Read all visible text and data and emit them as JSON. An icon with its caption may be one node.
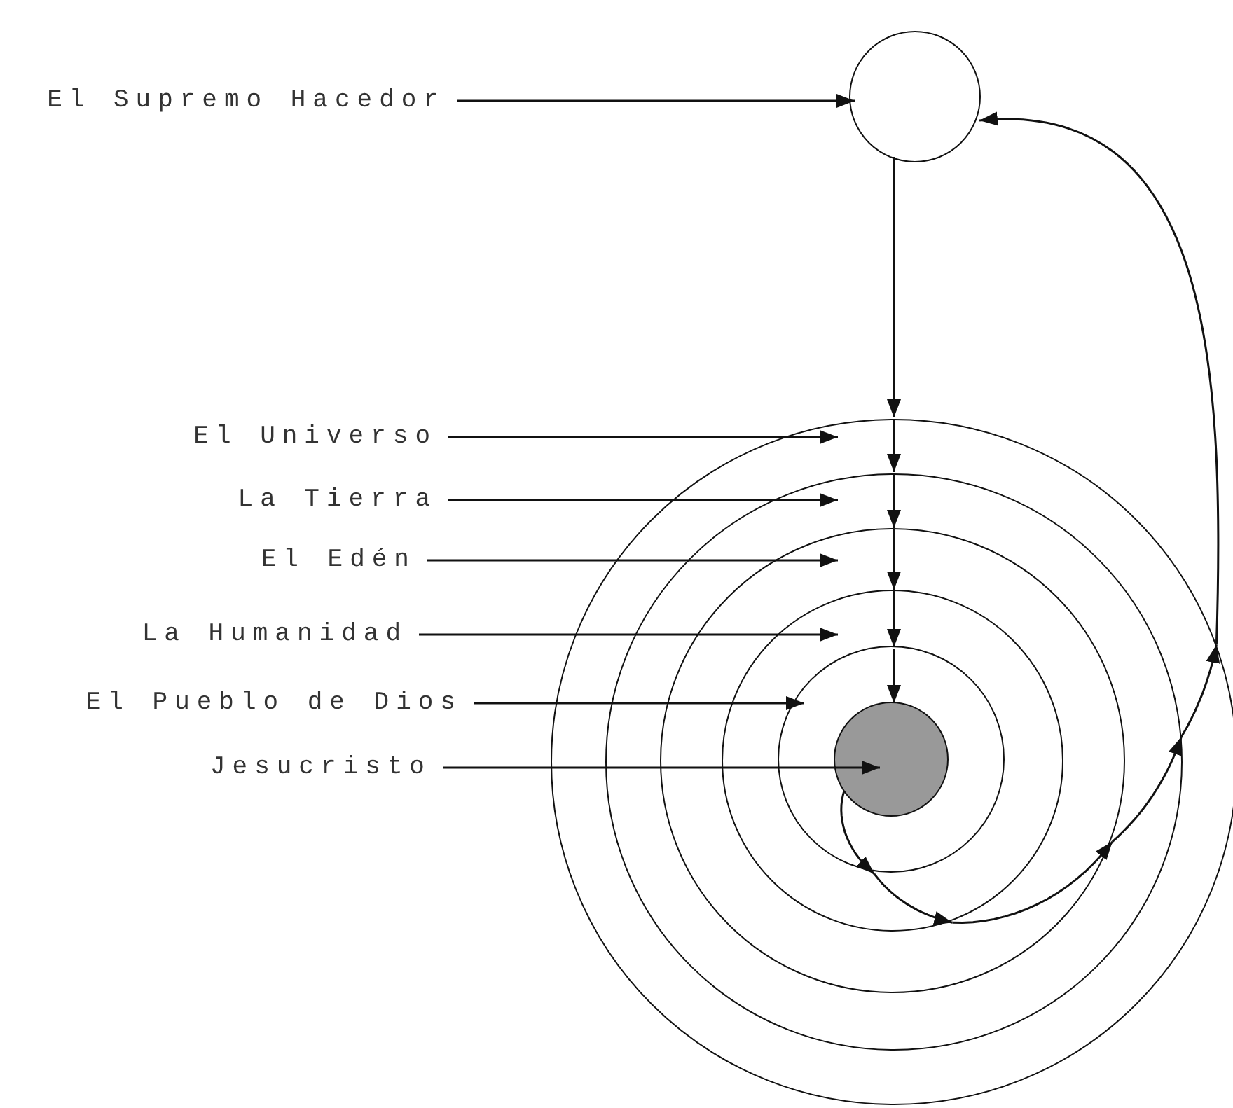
{
  "diagram": {
    "nodes": [
      {
        "text": [
          "El Supremo Hacedor"
        ]
      },
      {
        "text": [],
        "shape": "circle"
      },
      {
        "text": [
          "El Universo"
        ]
      },
      {
        "text": [
          "La Tierra"
        ]
      },
      {
        "text": [
          "El Edén"
        ]
      },
      {
        "text": [
          "La Humanidad"
        ]
      },
      {
        "text": [
          "El Pueblo de Dios"
        ]
      },
      {
        "text": [
          "Jesucristo"
        ]
      },
      {
        "text": [],
        "shape": "circle"
      },
      {
        "text": [],
        "shape": "circle",
        "in": 8
      },
      {
        "text": [],
        "shape": "circle",
        "in": 9
      },
      {
        "text": [],
        "shape": "circle",
        "in": 10
      },
      {
        "text": [],
        "shape": "circle",
        "in": 11
      },
      {
        "text": [],
        "shape": "circle",
        "in": 12
      }
    ],
    "edges": [
      {
        "from": 0,
        "to": 1,
        "arrow": "to"
      },
      {
        "from": 2,
        "to": 8,
        "arrow": "to"
      },
      {
        "from": 3,
        "to": 9,
        "arrow": "to"
      },
      {
        "from": 4,
        "to": 10,
        "arrow": "to"
      },
      {
        "from": 5,
        "to": 11,
        "arrow": "to"
      },
      {
        "from": 6,
        "to": 12,
        "arrow": "to"
      },
      {
        "from": 7,
        "to": 13,
        "arrow": "to"
      },
      {
        "from": 1,
        "to": 8,
        "arrow": "to"
      },
      {
        "from": 8,
        "to": 9,
        "arrow": "to"
      },
      {
        "from": 9,
        "to": 10,
        "arrow": "to"
      },
      {
        "from": 10,
        "to": 11,
        "arrow": "to"
      },
      {
        "from": 11,
        "to": 12,
        "arrow": "to"
      },
      {
        "from": 12,
        "to": 13,
        "arrow": "to"
      },
      {
        "from": 13,
        "to": 12,
        "arrow": "to"
      },
      {
        "from": 12,
        "to": 11,
        "arrow": "to"
      },
      {
        "from": 11,
        "to": 10,
        "arrow": "to"
      },
      {
        "from": 10,
        "to": 9,
        "arrow": "to"
      },
      {
        "from": 9,
        "to": 8,
        "arrow": "to"
      },
      {
        "from": 8,
        "to": 1,
        "arrow": "to"
      }
    ]
  }
}
